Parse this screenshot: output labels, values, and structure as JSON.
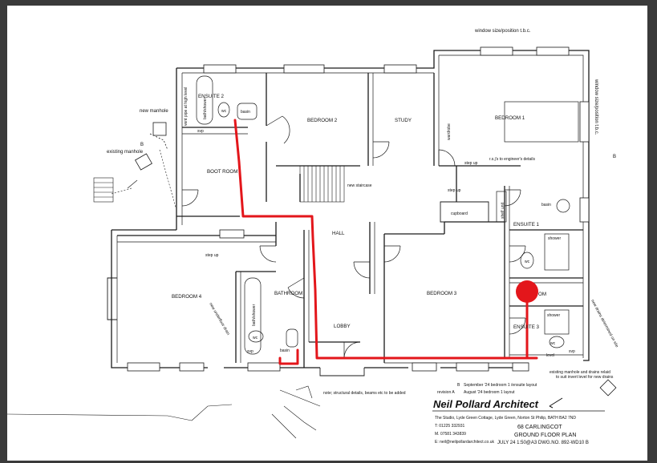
{
  "notes": {
    "window_top": "window size/position t.b.c.",
    "window_right": "window size/position t.b.c.",
    "new_manhole": "new manhole",
    "existing_manhole": "existing manhole",
    "section_b_left": "B",
    "section_b_right": "B",
    "vent_pipe": "vent pipe at high level",
    "svp_ensuite2": "svp",
    "rsj": "r.s.j's to engineer's details",
    "step_up_a": "step up",
    "step_up_b": "step up",
    "step_up_c": "step up",
    "new_staircase": "new staircase",
    "underfloor_drain": "new underfloor drain",
    "drains_note": "new drains determined on site",
    "existing_manhole_note_1": "existing manhole and drains relaid",
    "existing_manhole_note_2": "to suit invert level for new drains",
    "level": "level",
    "structural_note": "note; structural details, beams etc to be added"
  },
  "rooms": {
    "ensuite2": "ENSUITE 2",
    "bedroom2": "BEDROOM 2",
    "study": "STUDY",
    "bedroom1": "BEDROOM 1",
    "bootroom": "BOOT ROOM",
    "hall": "HALL",
    "bedroom4": "BEDROOM 4",
    "bathroom": "BATHROOM",
    "bedroom3": "BEDROOM 3",
    "lobby": "LOBBY",
    "ensuite1": "ENSUITE 1",
    "ensuite3": "ENSUITE 3"
  },
  "fixtures": {
    "wc_e2": "wc",
    "basin_e2": "basin",
    "bathshower_e2": "bath/shower",
    "wardrobe": "wardrobe",
    "cupboard": "cupboard",
    "shelf_unit": "shelf unit",
    "basin_e1": "basin",
    "shower_e1": "shower",
    "wc_e1": "wc",
    "bathshower_bath": "bath/shower",
    "wc_bath": "wc",
    "svp_bath": "svp",
    "basin_bath": "basin",
    "shower_e3": "shower",
    "wc_e3": "wc",
    "svp_e3": "svp",
    "room_fragment": "OM"
  },
  "revisions": [
    {
      "code": "B",
      "text": "September '24 bedroom 1 /ensuite layout"
    },
    {
      "code": "revision  A",
      "text": "August '24 bedroom 1 layout"
    }
  ],
  "title_block": {
    "brand": "Neil Pollard Architect",
    "address": "The Studio,  Lyde Green Cottage, Lyde Green,  Norton St Philip,  BATH BA2 7ND",
    "tel": "T: 01225 332931",
    "mob": "M. 07581 343839",
    "email": "E: neil@neilpollardarchitect.co.uk",
    "project": "68 CARLINGCOT",
    "drawing": "GROUND FLOOR PLAN",
    "drawing_info": "JULY 24  1:50@A3  DWG.NO. 892-WD10  B"
  },
  "colors": {
    "markup_red": "#e3161b",
    "line": "#1a1a1a"
  }
}
